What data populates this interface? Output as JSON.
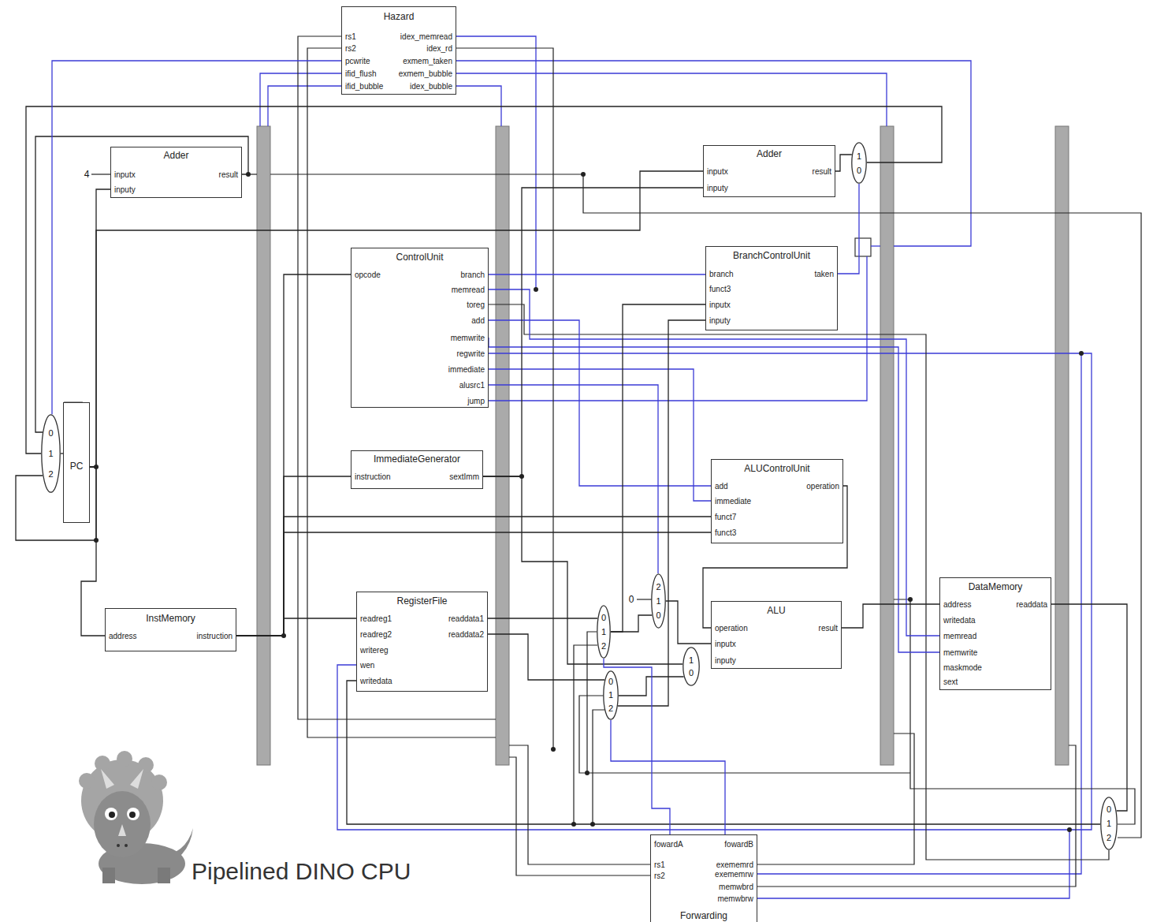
{
  "diagram": {
    "title": "Pipelined DINO CPU",
    "nodes": [
      {
        "text": [
          "Hazard",
          "rs1",
          "rs2",
          "pcwrite",
          "ifid_flush",
          "ifid_bubble",
          "idex_memread",
          "idex_rd",
          "exmem_taken",
          "exmem_bubble",
          "idex_bubble"
        ]
      },
      {
        "text": [
          "Adder",
          "inputx",
          "inputy",
          "result"
        ]
      },
      {
        "text": [
          "Adder",
          "inputx",
          "inputy",
          "result"
        ]
      },
      {
        "text": [
          "1 0"
        ]
      },
      {
        "text": [
          "ControlUnit",
          "opcode",
          "branch",
          "memread",
          "toreg",
          "add",
          "memwrite",
          "regwrite",
          "immediate",
          "alusrc1",
          "jump"
        ]
      },
      {
        "text": [
          "BranchControlUnit",
          "branch",
          "funct3",
          "inputx",
          "inputy",
          "taken"
        ]
      },
      {
        "text": [
          "0 1 2"
        ]
      },
      {
        "text": [
          "PC"
        ]
      },
      {
        "text": [
          "ImmediateGenerator",
          "instruction",
          "sextImm"
        ]
      },
      {
        "text": [
          "ALUControlUnit",
          "add",
          "immediate",
          "funct7",
          "funct3",
          "operation"
        ]
      },
      {
        "text": [
          "RegisterFile",
          "readreg1",
          "readreg2",
          "writereg",
          "wen",
          "writedata",
          "readdata1",
          "readdata2"
        ]
      },
      {
        "text": [
          "DataMemory",
          "address",
          "writedata",
          "memread",
          "memwrite",
          "maskmode",
          "sext",
          "readdata"
        ]
      },
      {
        "text": [
          "ALU",
          "operation",
          "inputx",
          "inputy",
          "result"
        ]
      },
      {
        "text": [
          "2 1 0"
        ]
      },
      {
        "text": [
          "InstMemory",
          "address",
          "instruction"
        ]
      },
      {
        "text": [
          "0 1 2"
        ]
      },
      {
        "text": [
          "1 0"
        ]
      },
      {
        "text": [
          "0 1 2"
        ]
      },
      {
        "text": [
          "0 1 2"
        ]
      },
      {
        "text": [
          "fowardA",
          "fowardB",
          "rs1",
          "rs2",
          "exememrd",
          "exememrw",
          "memwbrd",
          "memwbrw",
          "Forwarding"
        ]
      }
    ],
    "edges": [
      {
        "from": 7,
        "to": 14,
        "arrow": "none"
      },
      {
        "from": 7,
        "to": 1,
        "arrow": "none"
      },
      {
        "from": 6,
        "to": 7,
        "arrow": "none"
      },
      {
        "from": 1,
        "to": 6,
        "arrow": "none"
      },
      {
        "from": 3,
        "to": 6,
        "arrow": "none"
      },
      {
        "from": 7,
        "to": 6,
        "arrow": "none"
      },
      {
        "from": 2,
        "to": 3,
        "arrow": "none"
      },
      {
        "from": 14,
        "to": 4,
        "arrow": "none"
      },
      {
        "from": 14,
        "to": 8,
        "arrow": "none"
      },
      {
        "from": 14,
        "to": 10,
        "arrow": "none"
      },
      {
        "from": 14,
        "to": 9,
        "arrow": "none"
      },
      {
        "from": 14,
        "to": 9,
        "arrow": "none"
      },
      {
        "from": 4,
        "to": 5,
        "arrow": "none"
      },
      {
        "from": 4,
        "to": 9,
        "arrow": "none"
      },
      {
        "from": 4,
        "to": 11,
        "arrow": "none"
      },
      {
        "from": 4,
        "to": 11,
        "arrow": "none"
      },
      {
        "from": 10,
        "to": 15,
        "arrow": "none"
      },
      {
        "from": 10,
        "to": 17,
        "arrow": "none"
      },
      {
        "from": 15,
        "to": 13,
        "arrow": "none"
      },
      {
        "from": 15,
        "to": 5,
        "arrow": "none"
      },
      {
        "from": 13,
        "to": 12,
        "arrow": "none"
      },
      {
        "from": 17,
        "to": 16,
        "arrow": "none"
      },
      {
        "from": 17,
        "to": 5,
        "arrow": "none"
      },
      {
        "from": 8,
        "to": 16,
        "arrow": "none"
      },
      {
        "from": 8,
        "to": 2,
        "arrow": "none"
      },
      {
        "from": 7,
        "to": 2,
        "arrow": "none"
      },
      {
        "from": 5,
        "to": 3,
        "arrow": "none"
      },
      {
        "from": 9,
        "to": 12,
        "arrow": "none"
      },
      {
        "from": 12,
        "to": 11,
        "arrow": "none"
      },
      {
        "from": 11,
        "to": 18,
        "arrow": "none"
      },
      {
        "from": 18,
        "to": 10,
        "arrow": "none"
      },
      {
        "from": 19,
        "to": 15,
        "arrow": "none"
      },
      {
        "from": 19,
        "to": 17,
        "arrow": "none"
      },
      {
        "from": 0,
        "to": 6,
        "arrow": "none"
      }
    ],
    "labels": [
      "4",
      "0"
    ]
  }
}
